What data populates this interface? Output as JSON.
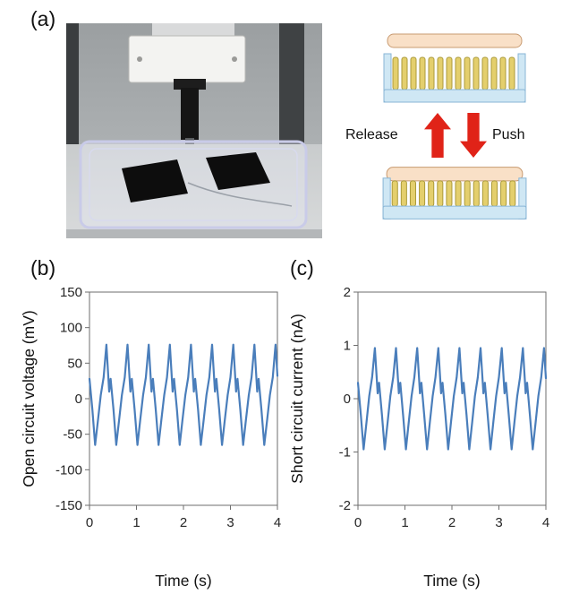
{
  "figure": {
    "panel_a_label": "(a)",
    "panel_b_label": "(b)",
    "panel_c_label": "(c)"
  },
  "schematic": {
    "release_label": "Release",
    "push_label": "Push",
    "icons": {
      "release_arrow": "up-arrow",
      "push_arrow": "down-arrow"
    },
    "colors": {
      "arrow_red": "#e02318",
      "top_plate_tan": "#f9e0c7",
      "pillar_yellow": "#e4cf6d",
      "tray_blue": "#cfe7f4"
    }
  },
  "chart_data": [
    {
      "id": "open-circuit-voltage",
      "panel": "b",
      "type": "line",
      "title": "",
      "xlabel": "Time (s)",
      "ylabel": "Open circuit voltage (mV)",
      "xlim": [
        0,
        4
      ],
      "ylim": [
        -150,
        150
      ],
      "xticks": [
        0,
        1,
        2,
        3,
        4
      ],
      "yticks": [
        150,
        100,
        50,
        0,
        -50,
        -100,
        -150
      ],
      "grid": false,
      "legend": "none",
      "line_color": "#4a7ebb",
      "waveform": {
        "description": "periodic push-release spikes",
        "units": "mV",
        "period_s": 0.45,
        "cycles": 9,
        "t_offsets": [
          0.0,
          0.06,
          0.12,
          0.18,
          0.24,
          0.3,
          0.36,
          0.42
        ],
        "values": [
          28,
          -15,
          -65,
          -30,
          5,
          30,
          76,
          10
        ],
        "peak": 76,
        "trough": -75
      }
    },
    {
      "id": "short-circuit-current",
      "panel": "c",
      "type": "line",
      "title": "",
      "xlabel": "Time (s)",
      "ylabel": "Short circuit current (nA)",
      "xlim": [
        0,
        4
      ],
      "ylim": [
        -2,
        2
      ],
      "xticks": [
        0,
        1,
        2,
        3,
        4
      ],
      "yticks": [
        2,
        1,
        0,
        -1,
        -2
      ],
      "grid": false,
      "legend": "none",
      "line_color": "#4a7ebb",
      "waveform": {
        "description": "periodic push-release spikes",
        "units": "nA",
        "period_s": 0.45,
        "cycles": 9,
        "t_offsets": [
          0.0,
          0.06,
          0.12,
          0.18,
          0.24,
          0.3,
          0.36,
          0.42
        ],
        "values": [
          0.3,
          -0.3,
          -0.95,
          -0.45,
          0.05,
          0.4,
          0.95,
          0.1
        ],
        "peak": 1.0,
        "trough": -1.0
      }
    }
  ]
}
